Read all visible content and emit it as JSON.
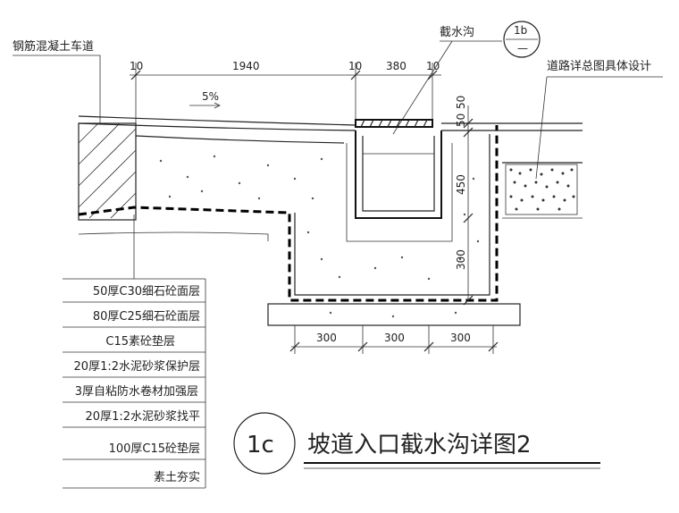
{
  "labels": {
    "concrete_driveway": "钢筋混凝土车道",
    "intercept_ditch": "截水沟",
    "road_design_note": "道路详总图具体设计",
    "slope": "5%"
  },
  "callout_symbol": {
    "top": "1b",
    "bottom": "—"
  },
  "dimensions": {
    "top": [
      "10",
      "1940",
      "10",
      "380",
      "10"
    ],
    "right": [
      "50",
      "50",
      "450",
      "300"
    ],
    "bottom": [
      "300",
      "300",
      "300"
    ]
  },
  "layers": [
    "50厚C30细石砼面层",
    "80厚C25细石砼面层",
    "C15素砼垫层",
    "20厚1:2水泥砂浆保护层",
    "3厚自粘防水卷材加强层",
    "20厚1:2水泥砂浆找平",
    "100厚C15砼垫层",
    "素土夯实"
  ],
  "title": {
    "symbol": "1c",
    "text": "坡道入口截水沟详图2"
  }
}
